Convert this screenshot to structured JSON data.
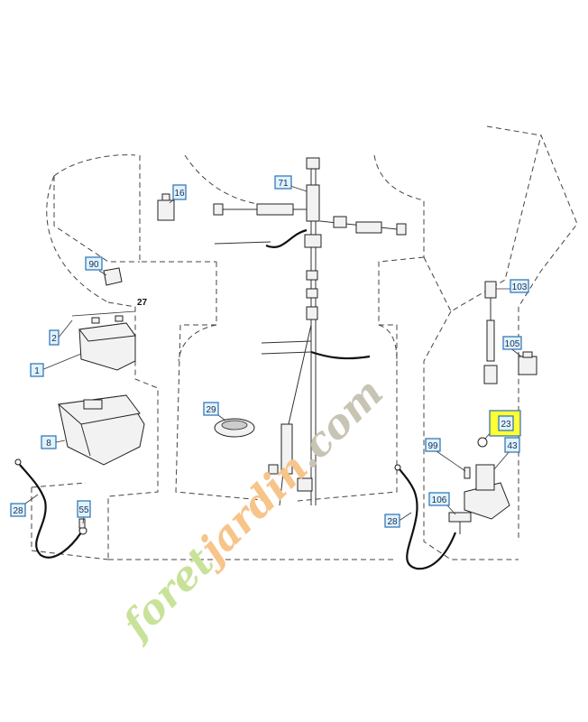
{
  "watermark": {
    "part1": "foret",
    "part2": "jardin",
    "part3": ".com",
    "color_green": "#c9e29a",
    "color_orange": "#f7c48a",
    "color_grey": "#c8c4b4"
  },
  "callouts": [
    {
      "id": "c1",
      "label": "1"
    },
    {
      "id": "c2",
      "label": "2"
    },
    {
      "id": "c8",
      "label": "8"
    },
    {
      "id": "c16",
      "label": "16"
    },
    {
      "id": "c23",
      "label": "23",
      "highlight": true
    },
    {
      "id": "c28a",
      "label": "28"
    },
    {
      "id": "c28b",
      "label": "28"
    },
    {
      "id": "c29",
      "label": "29"
    },
    {
      "id": "c43",
      "label": "43"
    },
    {
      "id": "c55",
      "label": "55"
    },
    {
      "id": "c71",
      "label": "71"
    },
    {
      "id": "c90",
      "label": "90"
    },
    {
      "id": "c99",
      "label": "99"
    },
    {
      "id": "c103",
      "label": "103"
    },
    {
      "id": "c105",
      "label": "105"
    },
    {
      "id": "c106",
      "label": "106"
    }
  ],
  "plain_labels": {
    "p27": "27"
  },
  "colors": {
    "callout_fill": "#dff3ff",
    "callout_stroke": "#2a6fb0",
    "highlight": "#ffff33"
  }
}
